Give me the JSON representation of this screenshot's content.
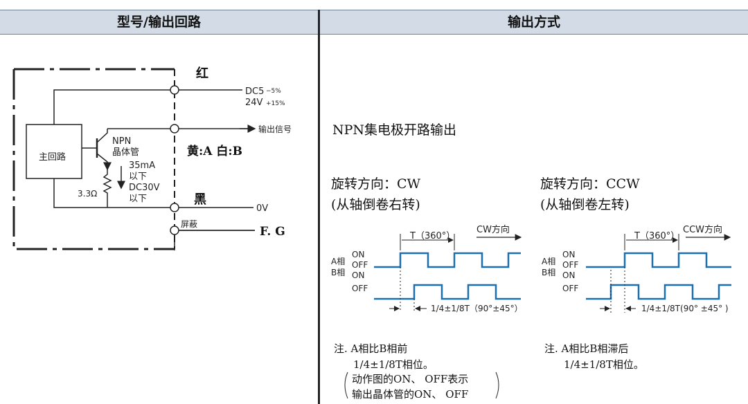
{
  "header": {
    "left_title": "型号/输出回路",
    "right_title": "输出方式"
  },
  "circuit": {
    "main_circuit": "主回路",
    "wire_red": "红",
    "dc_main": "DC5",
    "dc_tol_minus": "−5%",
    "dc_v": "24V",
    "dc_tol_plus": "+15%",
    "output_signal": "输出信号",
    "yellow_white": "黄:A  白:B",
    "npn": "NPN",
    "transistor": "晶体管",
    "current": "35mA",
    "below1": "以下",
    "voltage": "DC30V",
    "below2": "以下",
    "resistor": "3.3Ω",
    "wire_black": "黑",
    "zero_v": "0V",
    "shield": "屏蔽",
    "fg": "F. G"
  },
  "output": {
    "type": "NPN集电极开路输出",
    "cw": {
      "direction": "旋转方向：CW",
      "desc": "(从轴倒卷右转)",
      "period": "T（360°）",
      "arrow": "CW方向",
      "phase_a": "A相",
      "phase_b": "B相",
      "on1": "ON",
      "off1": "OFF",
      "on2": "ON",
      "off2": "OFF",
      "phase_diff": "1/4±1/8T（90°±45°）",
      "note1": "注. A相比B相前",
      "note2": "1/4±1/8T相位。",
      "note3": "动作图的ON、 OFF表示",
      "note4": "输出晶体管的ON、 OFF"
    },
    "ccw": {
      "direction": "旋转方向：CCW",
      "desc": "(从轴倒卷左转)",
      "period": "T（360°）",
      "arrow": "CCW方向",
      "phase_a": "A相",
      "phase_b": "B相",
      "on1": "ON",
      "off1": "OFF",
      "on2": "ON",
      "off2": "OFF",
      "phase_diff": "1/4±1/8T(90°  ±45° )",
      "note1": "注. A相比B相滞后",
      "note2": "1/4±1/8T相位。"
    }
  },
  "colors": {
    "header_bg": "#d3dbe6",
    "signal": "#1a6fb0",
    "line": "#222222"
  }
}
